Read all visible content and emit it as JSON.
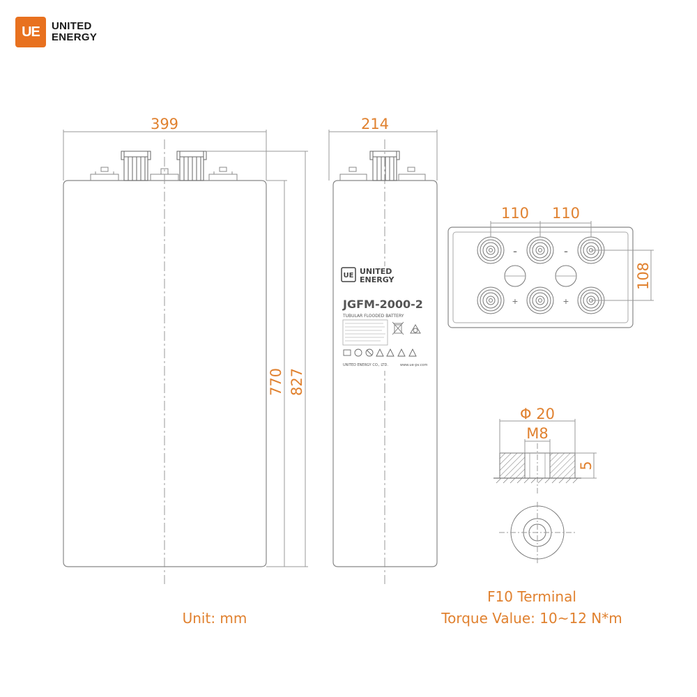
{
  "brand": {
    "mark": "UE",
    "line1": "UNITED",
    "line2": "ENERGY",
    "color": "#e8711f"
  },
  "colors": {
    "accent": "#e0812f",
    "line": "#7a7a7a",
    "text_dark": "#333333"
  },
  "front_view": {
    "width_label": "399",
    "height_body_label": "770",
    "height_total_label": "827"
  },
  "side_view": {
    "width_label": "214",
    "battery_label": {
      "brand_line1": "UNITED",
      "brand_line2": "ENERGY",
      "model": "JGFM-2000-2",
      "subtitle": "TUBULAR FLOODED BATTERY",
      "company": "UNITED ENERGY CO., LTD.",
      "website": "www.ue-pv.com"
    }
  },
  "top_view": {
    "spacing_label_1": "110",
    "spacing_label_2": "110",
    "row_spacing_label": "108",
    "neg_sign": "-",
    "pos_sign": "+"
  },
  "terminal": {
    "diameter_label": "Φ 20",
    "thread_label": "M8",
    "height_label": "5",
    "title": "F10 Terminal",
    "torque": "Torque Value: 10~12 N*m"
  },
  "unit_note": "Unit: mm"
}
